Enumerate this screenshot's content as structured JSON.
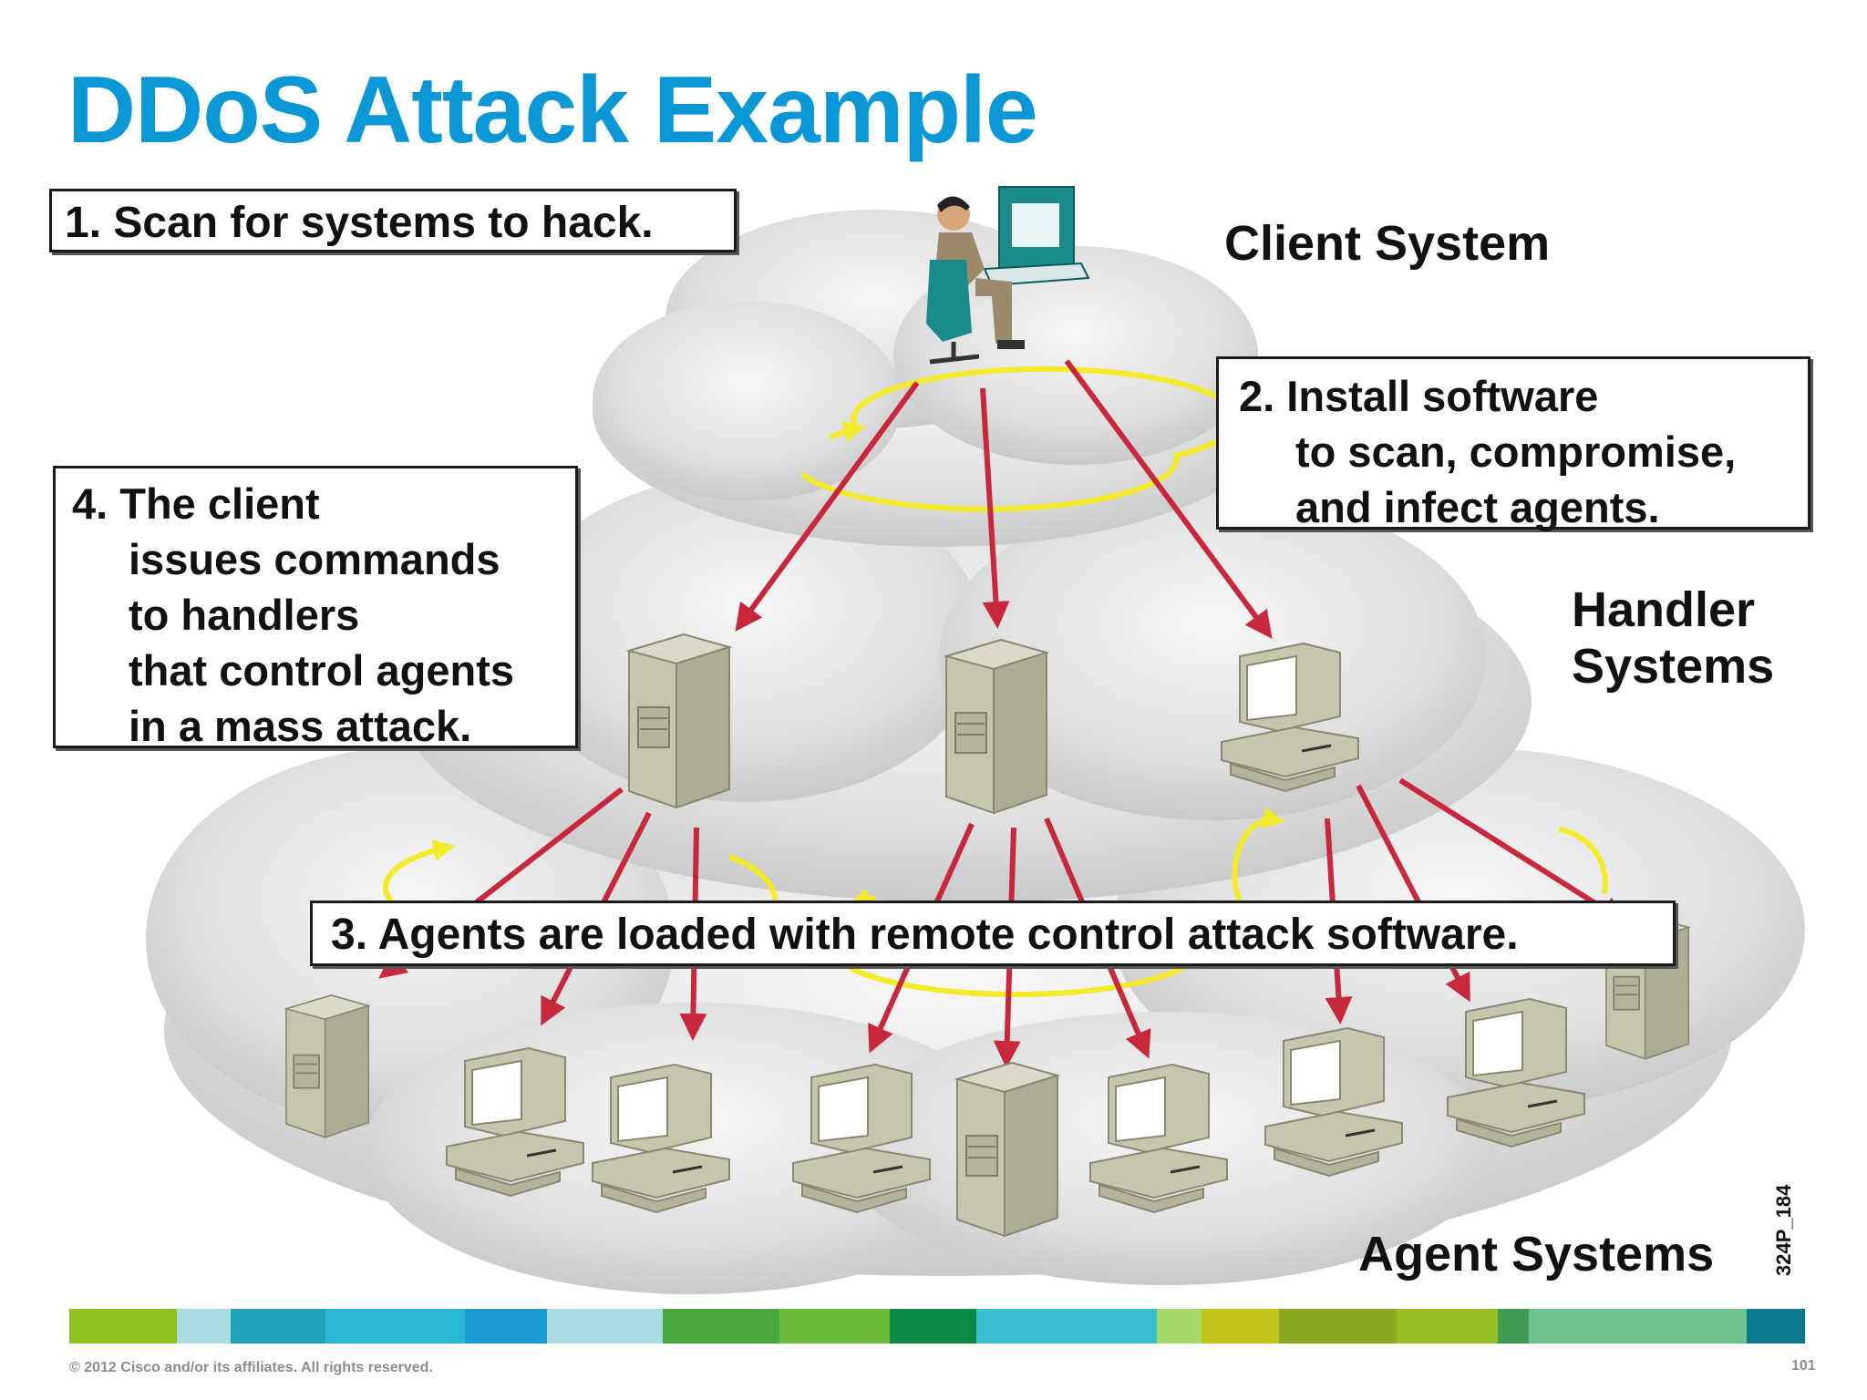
{
  "slide": {
    "title": "DDoS Attack Example",
    "step1": "1. Scan for systems to hack.",
    "step2": [
      "2. Install software",
      "to scan, compromise,",
      "and infect agents."
    ],
    "step3": "3. Agents are loaded with remote control attack software.",
    "step4": [
      "4. The client",
      "issues commands",
      "to handlers",
      "that control agents",
      "in a mass attack."
    ],
    "labels": {
      "client": "Client System",
      "handler": [
        "Handler",
        "Systems"
      ],
      "agent": "Agent Systems"
    },
    "figure_code": "324P_184",
    "footer": "© 2012 Cisco and/or its affiliates. All rights reserved.",
    "page_number": "101"
  },
  "colors": {
    "title": "#0b96d6",
    "arrow": "#c8283c",
    "ring": "#f2ea2a",
    "stripe": [
      "#8dc21f",
      "#a8dbe3",
      "#1fa3b6",
      "#2bb7d6",
      "#1c9ad2",
      "#a8dbe3",
      "#4aa63f",
      "#6dbb3b",
      "#0a8a44",
      "#38c0cf",
      "#a7d86a",
      "#c4c21a",
      "#8aa820",
      "#96bd22",
      "#3c9b50",
      "#6ec48e",
      "#0e7a8e"
    ]
  },
  "icons": {
    "client": "person-at-computer-icon",
    "handlers": [
      "server-tower-icon",
      "server-tower-icon",
      "desktop-computer-icon"
    ],
    "agents": [
      "server-tower-icon",
      "desktop-computer-icon",
      "desktop-computer-icon",
      "desktop-computer-icon",
      "server-tower-icon",
      "desktop-computer-icon",
      "desktop-computer-icon",
      "desktop-computer-icon",
      "server-tower-icon"
    ]
  }
}
